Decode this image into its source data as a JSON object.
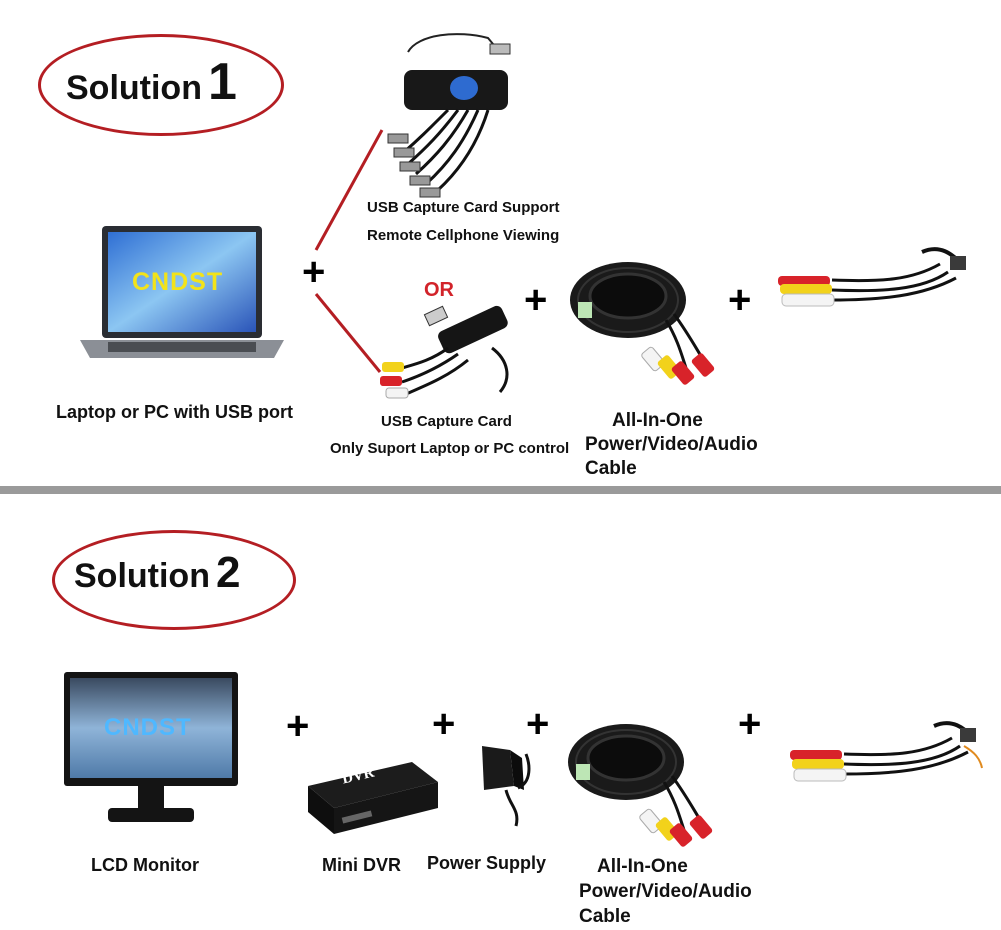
{
  "solution1": {
    "label_word": "Solution",
    "label_number": "1",
    "laptop_brand": "CNDST",
    "laptop_caption": "Laptop or PC with USB port",
    "capture_card_remote_line1": "USB Capture Card Support",
    "capture_card_remote_line2": "Remote Cellphone Viewing",
    "or_label": "OR",
    "capture_card_usb_line1": "USB Capture Card",
    "capture_card_usb_line2": "Only Suport  Laptop or PC control",
    "cable_line1": "All-In-One",
    "cable_line2": "Power/Video/Audio",
    "cable_line3": "Cable",
    "plus": "+"
  },
  "solution2": {
    "label_word": "Solution",
    "label_number": "2",
    "monitor_brand": "CNDST",
    "monitor_caption": "LCD Monitor",
    "dvr_caption": "Mini DVR",
    "dvr_text": "DVR",
    "power_caption": "Power Supply",
    "cable_line1": "All-In-One",
    "cable_line2": "Power/Video/Audio",
    "cable_line3": "Cable",
    "plus": "+"
  },
  "colors": {
    "oval_border": "#b41e23",
    "divider": "#9a9a9a",
    "connector_line": "#b41e23",
    "or_text": "#d2232a",
    "rca_red": "#d8232a",
    "rca_yellow": "#f2d21b",
    "rca_white": "#f4f4f4"
  }
}
